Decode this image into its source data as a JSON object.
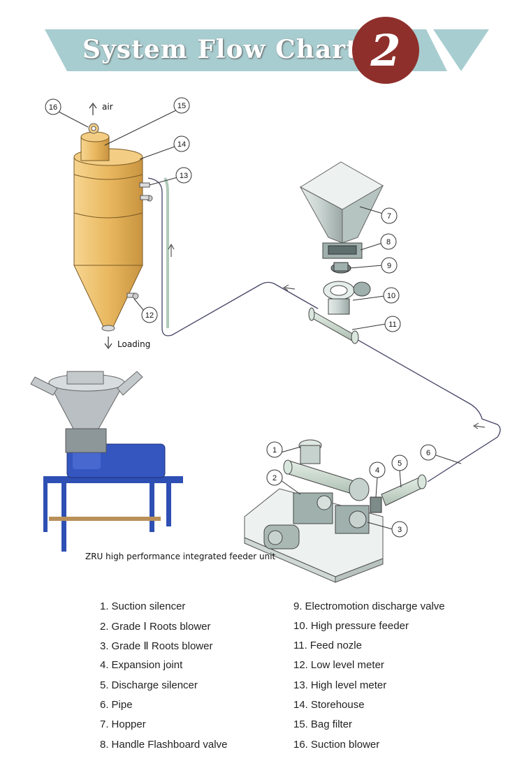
{
  "header": {
    "title": "System Flow Chart",
    "number": "2"
  },
  "labels": {
    "air": "air",
    "loading": "Loading",
    "photo_caption": "ZRU high performance integrated feeder unit"
  },
  "legend": [
    {
      "num": "1.",
      "text": "Suction silencer"
    },
    {
      "num": "2.",
      "text": "Grade Ⅰ Roots blower"
    },
    {
      "num": "3.",
      "text": "Grade Ⅱ Roots blower"
    },
    {
      "num": "4.",
      "text": "Expansion joint"
    },
    {
      "num": "5.",
      "text": "Discharge silencer"
    },
    {
      "num": "6.",
      "text": "Pipe"
    },
    {
      "num": "7.",
      "text": "Hopper"
    },
    {
      "num": "8.",
      "text": "Handle Flashboard valve"
    },
    {
      "num": "9.",
      "text": "Electromotion discharge valve"
    },
    {
      "num": "10.",
      "text": "High pressure feeder"
    },
    {
      "num": "11.",
      "text": "Feed nozle"
    },
    {
      "num": "12.",
      "text": "Low level meter"
    },
    {
      "num": "13.",
      "text": "High level meter"
    },
    {
      "num": "14.",
      "text": "Storehouse"
    },
    {
      "num": "15.",
      "text": "Bag filter"
    },
    {
      "num": "16.",
      "text": "Suction blower"
    }
  ],
  "callouts": [
    "1",
    "2",
    "3",
    "4",
    "5",
    "6",
    "7",
    "8",
    "9",
    "10",
    "11",
    "12",
    "13",
    "14",
    "15",
    "16"
  ],
  "colors": {
    "banner": "#a8cdd0",
    "badge": "#8e2f2b",
    "silo": "#e9b860",
    "machine_blue": "#2e4fb3"
  }
}
